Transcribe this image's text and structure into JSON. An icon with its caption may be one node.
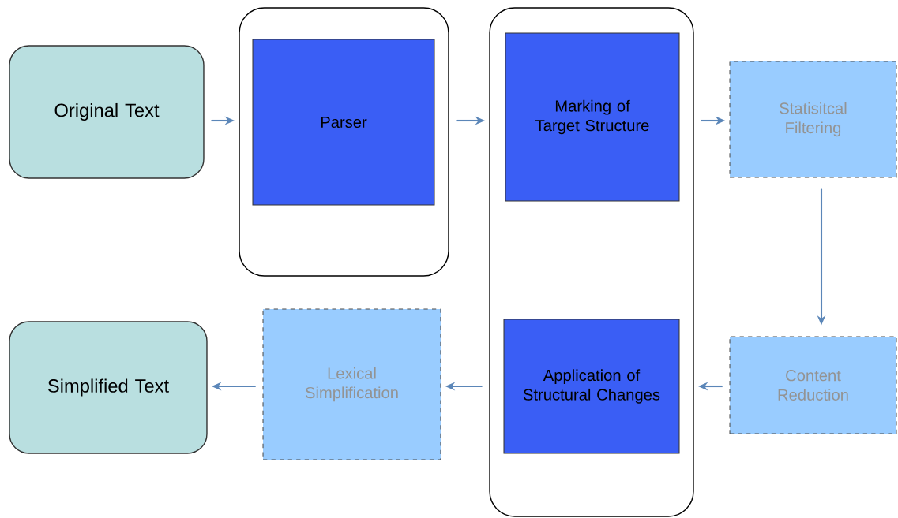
{
  "diagram": {
    "nodes": [
      {
        "text": [
          "Original Text"
        ]
      },
      {
        "text": [],
        "shape": "box"
      },
      {
        "text": [
          "Parser"
        ],
        "in": 1
      },
      {
        "text": [],
        "shape": "box"
      },
      {
        "text": [
          "Marking of Target Structure"
        ],
        "in": 3
      },
      {
        "text": [
          "Statisitcal Filtering"
        ]
      },
      {
        "text": [
          "Content Reduction"
        ]
      },
      {
        "text": [
          "Application of Structural Changes"
        ],
        "in": 3
      },
      {
        "text": [
          "Lexical Simplification"
        ]
      },
      {
        "text": [
          "Simplified Text"
        ]
      }
    ],
    "edges": [
      {
        "from": 0,
        "to": 1,
        "arrow": "to"
      },
      {
        "from": 1,
        "to": 3,
        "arrow": "to"
      },
      {
        "from": 3,
        "to": 5,
        "arrow": "to"
      },
      {
        "from": 5,
        "to": 6,
        "arrow": "to"
      },
      {
        "from": 6,
        "to": 3,
        "arrow": "to"
      },
      {
        "from": 3,
        "to": 8,
        "arrow": "to"
      },
      {
        "from": 8,
        "to": 9,
        "arrow": "to"
      }
    ]
  }
}
